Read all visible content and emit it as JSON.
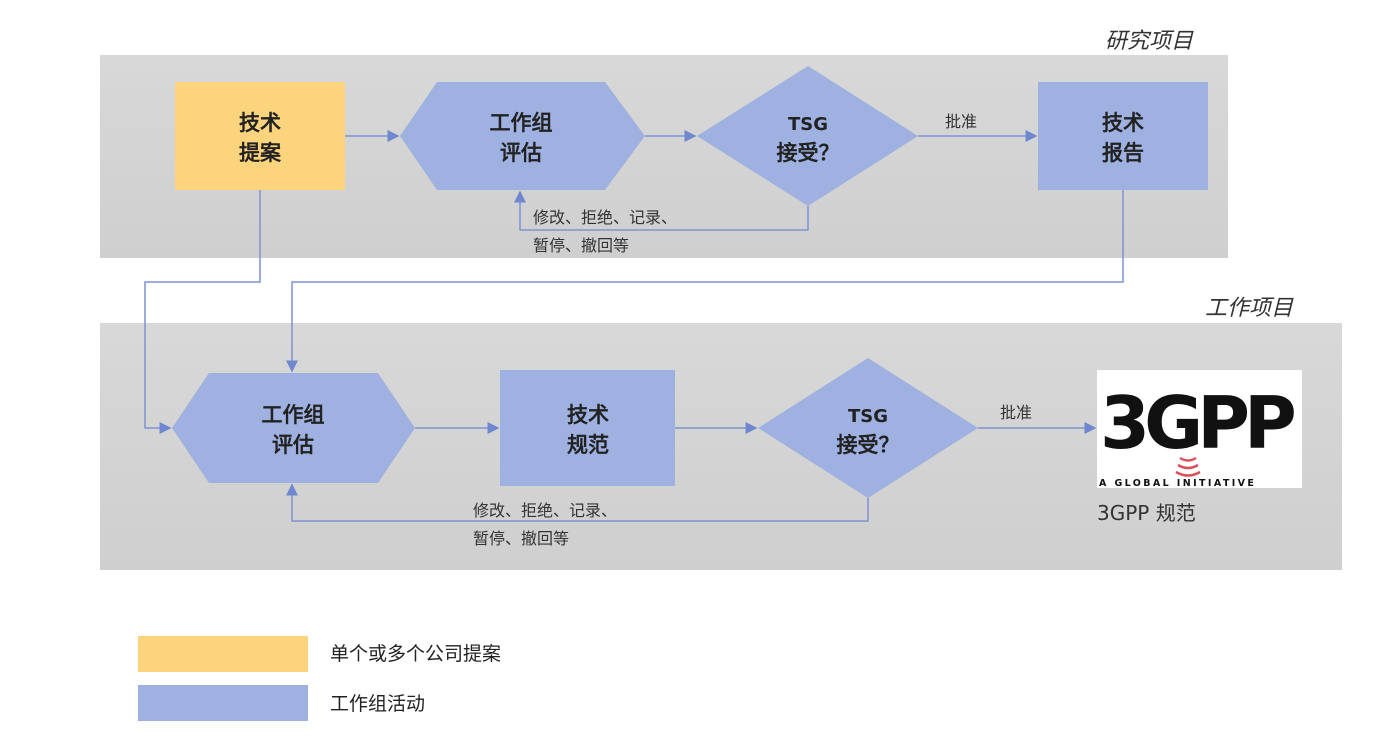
{
  "colors": {
    "proposal": "#fdd47e",
    "wg": "#9eb1e0",
    "panel": "#d4d4d4",
    "line": "#7d93d4"
  },
  "study": {
    "label": "研究项目",
    "proposal": [
      "技术",
      "提案"
    ],
    "wg_eval": [
      "工作组",
      "评估"
    ],
    "tsg": [
      "TSG",
      "接受？"
    ],
    "approve": "批准",
    "report": [
      "技术",
      "报告"
    ],
    "feedback": [
      "修改、拒绝、记录、",
      "暂停、撤回等"
    ]
  },
  "work": {
    "label": "工作项目",
    "wg_eval": [
      "工作组",
      "评估"
    ],
    "spec": [
      "技术",
      "规范"
    ],
    "tsg": [
      "TSG",
      "接受？"
    ],
    "approve": "批准",
    "logo_text": "3GPP",
    "logo_tagline": "A GLOBAL INITIATIVE",
    "output": "3GPP 规范",
    "feedback": [
      "修改、拒绝、记录、",
      "暂停、撤回等"
    ]
  },
  "legend": [
    {
      "label": "单个或多个公司提案"
    },
    {
      "label": "工作组活动"
    }
  ]
}
